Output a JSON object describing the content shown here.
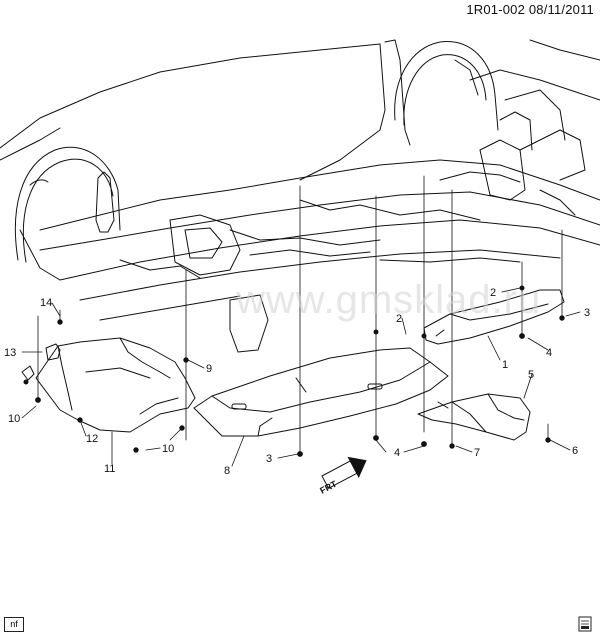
{
  "header": {
    "doc_ref": "1R01-002  08/11/2011"
  },
  "watermark": {
    "text": "www.gmsklad.ru"
  },
  "footer": {
    "note_box": "nf",
    "corner_icon": "document-icon"
  },
  "front_indicator": {
    "label": "FRT",
    "icon": "arrow-icon"
  },
  "callouts": [
    {
      "id": "c1",
      "text": "1"
    },
    {
      "id": "c2a",
      "text": "2"
    },
    {
      "id": "c2b",
      "text": "2"
    },
    {
      "id": "c3a",
      "text": "3"
    },
    {
      "id": "c3b",
      "text": "3"
    },
    {
      "id": "c4a",
      "text": "4"
    },
    {
      "id": "c4b",
      "text": "4"
    },
    {
      "id": "c5",
      "text": "5"
    },
    {
      "id": "c6",
      "text": "6"
    },
    {
      "id": "c7",
      "text": "7"
    },
    {
      "id": "c8",
      "text": "8"
    },
    {
      "id": "c9",
      "text": "9"
    },
    {
      "id": "c10a",
      "text": "10"
    },
    {
      "id": "c10b",
      "text": "10"
    },
    {
      "id": "c11",
      "text": "11"
    },
    {
      "id": "c12",
      "text": "12"
    },
    {
      "id": "c13",
      "text": "13"
    },
    {
      "id": "c14",
      "text": "14"
    }
  ]
}
